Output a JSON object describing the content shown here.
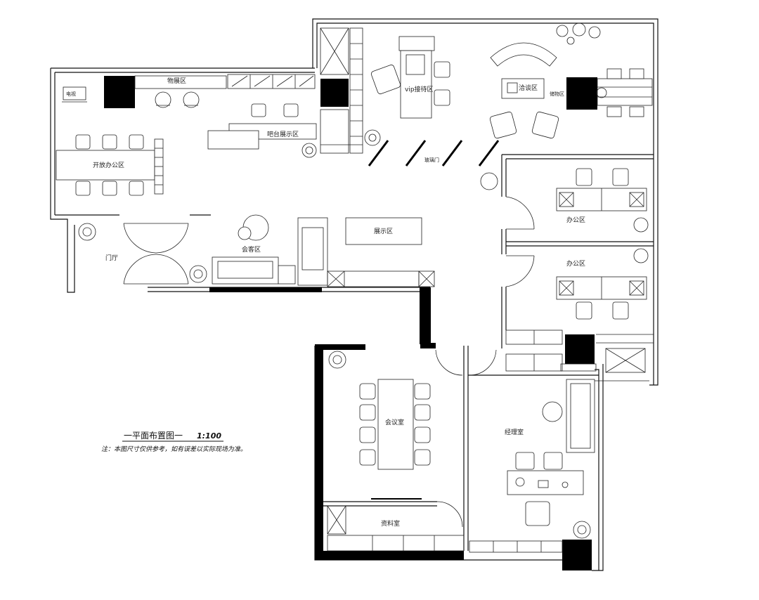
{
  "drawing": {
    "title_text": "一平面布置图一",
    "title_scale": "1:100",
    "note": "注：本图尺寸仅供参考，如有误差以实际现场为准。"
  },
  "rooms": {
    "display_cabinet": "物展区",
    "tv": "电视",
    "open_office": "开放办公区",
    "bar_display": "吧台展示区",
    "entrance": "门厅",
    "meeting_corner": "会客区",
    "showcase": "展示区",
    "vip_reception": "vip接待区",
    "negotiation": "洽谈区",
    "glass_partition": "玻璃门",
    "storage_right": "储物区",
    "office_1": "办公区",
    "office_2": "办公区",
    "conference": "会议室",
    "manager": "经理室",
    "materials": "资料室"
  }
}
